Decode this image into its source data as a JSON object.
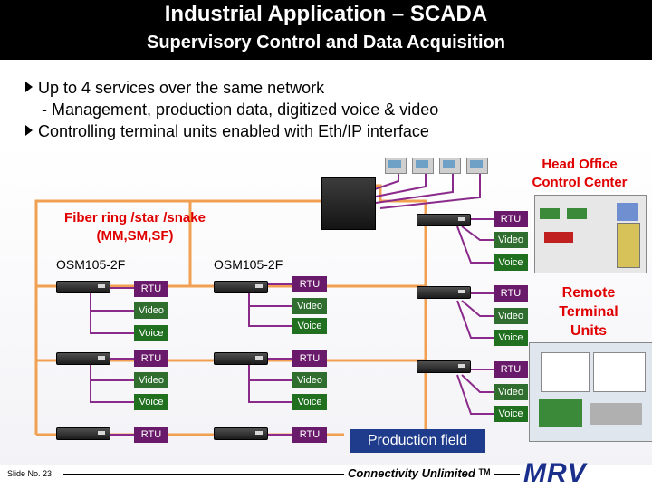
{
  "header": {
    "title": "Industrial Application – SCADA",
    "subtitle": "Supervisory Control and Data Acquisition"
  },
  "bullets": [
    {
      "text": "Up to 4 services over the same network",
      "sub": "- Management, production data, digitized voice & video"
    },
    {
      "text": "Controlling terminal units enabled with Eth/IP interface"
    }
  ],
  "diagram": {
    "fiber_label_1": "Fiber ring /star /snake",
    "fiber_label_2": "(MM,SM,SF)",
    "osm_left": "OSM105-2F",
    "osm_mid": "OSM105-2F",
    "head_office_1": "Head Office",
    "head_office_2": "Control Center",
    "remote_1": "Remote",
    "remote_2": "Terminal",
    "remote_3": "Units",
    "production_field": "Production field",
    "rtu": "RTU",
    "video": "Video",
    "voice": "Voice"
  },
  "footer": {
    "slide_no": "Slide No. 23",
    "tagline": "Connectivity Unlimited",
    "tm": "TM",
    "logo": "MRV"
  },
  "colors": {
    "title_bg": "#000000",
    "accent_red": "#e00000",
    "ring_orange": "#f0a050",
    "rtu_tag": "#6a1a6a",
    "video_tag": "#2f6e2f",
    "voice_tag": "#207020",
    "production_bg": "#1f3c8c",
    "logo_blue": "#1a2f8c"
  }
}
